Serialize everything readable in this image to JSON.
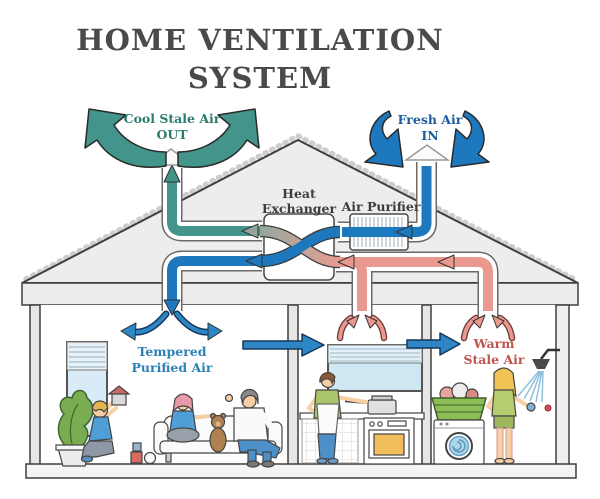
{
  "title": {
    "line1": "HOME VENTILATION",
    "line2": "SYSTEM"
  },
  "labels": {
    "cool_stale_air_line1": "Cool Stale Air",
    "cool_stale_air_line2": "OUT",
    "fresh_air_line1": "Fresh Air",
    "fresh_air_line2": "IN",
    "heat_exchanger_line1": "Heat",
    "heat_exchanger_line2": "Exchanger",
    "air_purifier": "Air Purifier",
    "tempered_air_line1": "Tempered",
    "tempered_air_line2": "Purified Air",
    "warm_stale_air_line1": "Warm",
    "warm_stale_air_line2": "Stale Air"
  },
  "colors": {
    "title_text": "#4A4A4A",
    "diagram_text_dark": "#3D3D3D",
    "teal_arrow": "#43948B",
    "blue_arrow": "#1E78BD",
    "pink_arrow": "#E9998F",
    "teal_text": "#2B7A6E",
    "fresh_air_text": "#1C5C9F",
    "tempered_text": "#2C80B4",
    "warm_text": "#C2544E",
    "roof_fill": "#EDEDED"
  }
}
